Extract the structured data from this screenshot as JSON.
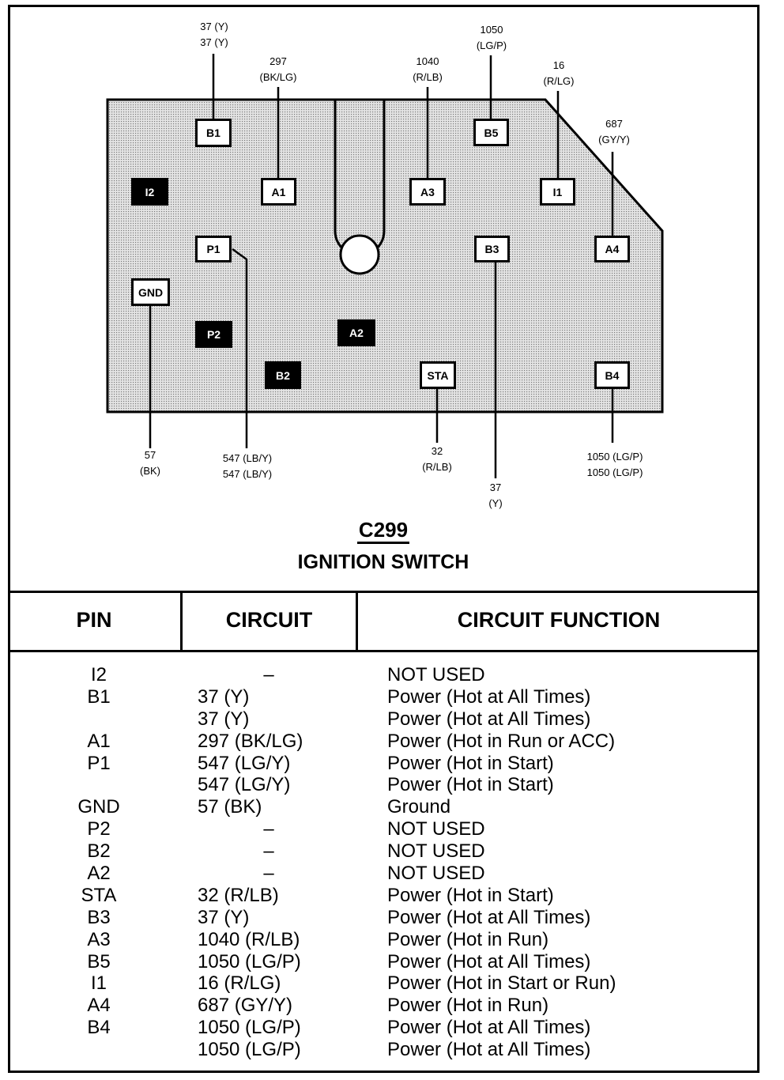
{
  "connector": {
    "code": "C299",
    "title": "IGNITION SWITCH"
  },
  "pins": {
    "B1": "B1",
    "A1": "A1",
    "A3": "A3",
    "B5": "B5",
    "I1": "I1",
    "I2": "I2",
    "P1": "P1",
    "B3": "B3",
    "A4": "A4",
    "GND": "GND",
    "P2": "P2",
    "A2": "A2",
    "B2": "B2",
    "STA": "STA",
    "B4": "B4"
  },
  "wire_labels": {
    "B1": "37 (Y)\n37 (Y)",
    "A1": "297\n(BK/LG)",
    "A3": "1040\n(R/LB)",
    "B5": "1050\n(LG/P)",
    "I1": "16\n(R/LG)",
    "A4": "687\n(GY/Y)",
    "GND": "57\n(BK)",
    "P1": "547 (LB/Y)\n547 (LB/Y)",
    "STA": "32\n(R/LB)",
    "B3": "37\n(Y)",
    "B4": "1050 (LG/P)\n1050 (LG/P)"
  },
  "table": {
    "headers": [
      "PIN",
      "CIRCUIT",
      "CIRCUIT FUNCTION"
    ],
    "rows": [
      {
        "pin": "I2",
        "circuit": "–",
        "function": "NOT USED"
      },
      {
        "pin": "B1",
        "circuit": "37 (Y)",
        "function": "Power (Hot at All Times)"
      },
      {
        "pin": "",
        "circuit": "37 (Y)",
        "function": "Power (Hot at All Times)"
      },
      {
        "pin": "A1",
        "circuit": "297 (BK/LG)",
        "function": "Power (Hot in Run or ACC)"
      },
      {
        "pin": "P1",
        "circuit": "547 (LG/Y)",
        "function": "Power (Hot in Start)"
      },
      {
        "pin": "",
        "circuit": "547 (LG/Y)",
        "function": "Power (Hot in Start)"
      },
      {
        "pin": "GND",
        "circuit": "57 (BK)",
        "function": "Ground"
      },
      {
        "pin": "P2",
        "circuit": "–",
        "function": "NOT USED"
      },
      {
        "pin": "B2",
        "circuit": "–",
        "function": "NOT USED"
      },
      {
        "pin": "A2",
        "circuit": "–",
        "function": "NOT USED"
      },
      {
        "pin": "STA",
        "circuit": "32 (R/LB)",
        "function": "Power (Hot in Start)"
      },
      {
        "pin": "B3",
        "circuit": "37 (Y)",
        "function": "Power (Hot at All Times)"
      },
      {
        "pin": "A3",
        "circuit": "1040 (R/LB)",
        "function": "Power (Hot in Run)"
      },
      {
        "pin": "B5",
        "circuit": "1050 (LG/P)",
        "function": "Power (Hot at All Times)"
      },
      {
        "pin": "I1",
        "circuit": "16 (R/LG)",
        "function": "Power (Hot in Start or Run)"
      },
      {
        "pin": "A4",
        "circuit": "687 (GY/Y)",
        "function": "Power (Hot in Run)"
      },
      {
        "pin": "B4",
        "circuit": "1050 (LG/P)",
        "function": "Power (Hot at All Times)"
      },
      {
        "pin": "",
        "circuit": "1050 (LG/P)",
        "function": "Power (Hot at All Times)"
      }
    ]
  }
}
